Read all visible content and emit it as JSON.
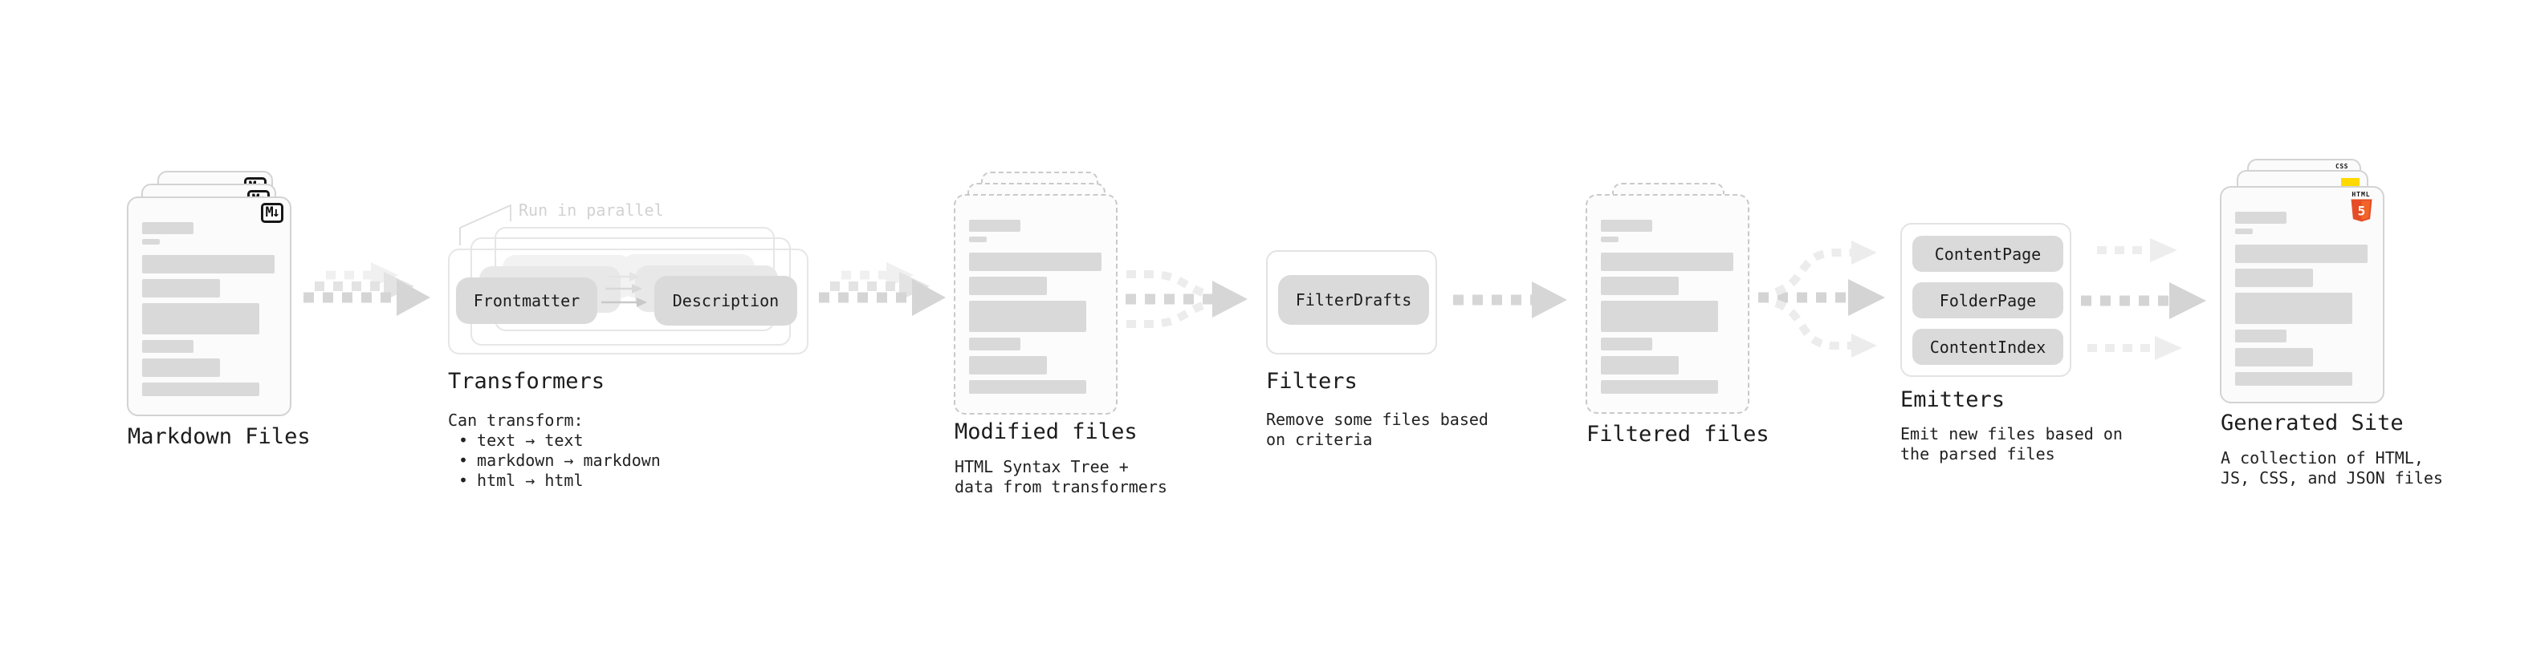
{
  "colors": {
    "arrow_gray": "#d5d5d5",
    "arrow_light": "#ececec",
    "bar_gray": "#d9d9d9",
    "pill_gray": "#dadada",
    "card_border": "#d3d3d3",
    "dashed_border": "#c9c9c9",
    "html5_orange": "#e44d26",
    "html5_orange_light": "#f16529",
    "css_blue": "#2e5bff",
    "js_yellow": "#ffd900"
  },
  "glyphs": {
    "bullet": "•",
    "markdown_icon": "M↓",
    "html5_label": "HTML",
    "html5_digit": "5",
    "css_label": "CSS"
  },
  "stages": {
    "markdown": {
      "title": "Markdown Files"
    },
    "transformers": {
      "title": "Transformers",
      "callout": "Run in parallel",
      "pill_left": "Frontmatter",
      "pill_right": "Description",
      "desc_heading": "Can transform:",
      "bullets": [
        "text → text",
        "markdown → markdown",
        "html → html"
      ]
    },
    "modified": {
      "title": "Modified files",
      "subtitle": [
        "HTML Syntax Tree +",
        "data from transformers"
      ]
    },
    "filters": {
      "title": "Filters",
      "pill": "FilterDrafts",
      "subtitle": [
        "Remove some files based",
        "on criteria"
      ]
    },
    "filtered": {
      "title": "Filtered files"
    },
    "emitters": {
      "title": "Emitters",
      "pills": [
        "ContentPage",
        "FolderPage",
        "ContentIndex"
      ],
      "subtitle": [
        "Emit new files based on",
        "the parsed files"
      ]
    },
    "generated": {
      "title": "Generated Site",
      "subtitle": [
        "A collection of HTML,",
        "JS, CSS, and JSON files"
      ]
    }
  }
}
